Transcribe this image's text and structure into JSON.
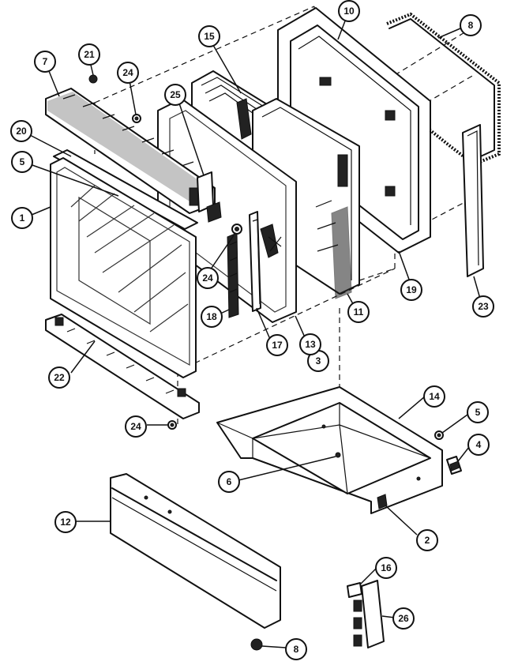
{
  "callouts": [
    {
      "id": "c1",
      "label": "1"
    },
    {
      "id": "c2",
      "label": "2"
    },
    {
      "id": "c3",
      "label": "3"
    },
    {
      "id": "c4",
      "label": "4"
    },
    {
      "id": "c5a",
      "label": "5"
    },
    {
      "id": "c5b",
      "label": "5"
    },
    {
      "id": "c6",
      "label": "6"
    },
    {
      "id": "c7",
      "label": "7"
    },
    {
      "id": "c8a",
      "label": "8"
    },
    {
      "id": "c8b",
      "label": "8"
    },
    {
      "id": "c10",
      "label": "10"
    },
    {
      "id": "c11",
      "label": "11"
    },
    {
      "id": "c12",
      "label": "12"
    },
    {
      "id": "c13",
      "label": "13"
    },
    {
      "id": "c14",
      "label": "14"
    },
    {
      "id": "c15",
      "label": "15"
    },
    {
      "id": "c16",
      "label": "16"
    },
    {
      "id": "c17",
      "label": "17"
    },
    {
      "id": "c18",
      "label": "18"
    },
    {
      "id": "c19",
      "label": "19"
    },
    {
      "id": "c20",
      "label": "20"
    },
    {
      "id": "c21",
      "label": "21"
    },
    {
      "id": "c22",
      "label": "22"
    },
    {
      "id": "c23",
      "label": "23"
    },
    {
      "id": "c24a",
      "label": "24"
    },
    {
      "id": "c24b",
      "label": "24"
    },
    {
      "id": "c24c",
      "label": "24"
    },
    {
      "id": "c25",
      "label": "25"
    },
    {
      "id": "c26",
      "label": "26"
    }
  ]
}
